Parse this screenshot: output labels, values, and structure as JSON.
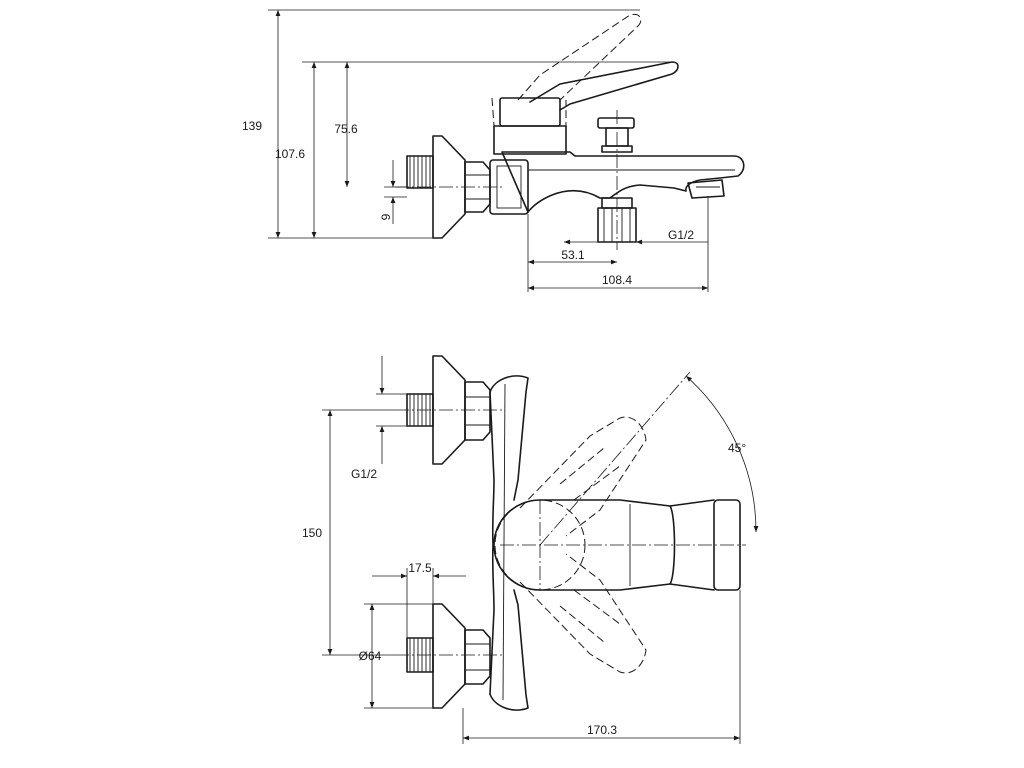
{
  "dimensions": {
    "height_total": "139",
    "height_outlet": "107.6",
    "height_spout": "75.6",
    "thread_depth": "9",
    "inlet_thread_top": "G1/2",
    "shower_offset": "53.1",
    "spout_projection": "108.4",
    "inlet_thread_front": "G1/2",
    "center_distance": "150",
    "nut_width": "17.5",
    "flange_diameter": "Ø64",
    "total_depth": "170.3",
    "lever_angle": "45°"
  }
}
